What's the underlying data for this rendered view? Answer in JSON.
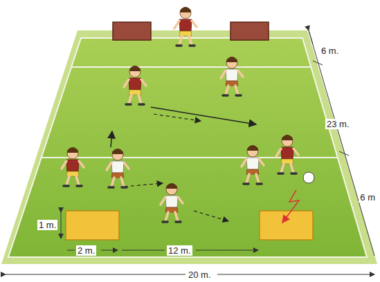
{
  "diagram": {
    "labels": [
      "6 m.",
      "23 m.",
      "6 m",
      "1 m.",
      "2 m.",
      "12 m.",
      "20 m."
    ]
  }
}
